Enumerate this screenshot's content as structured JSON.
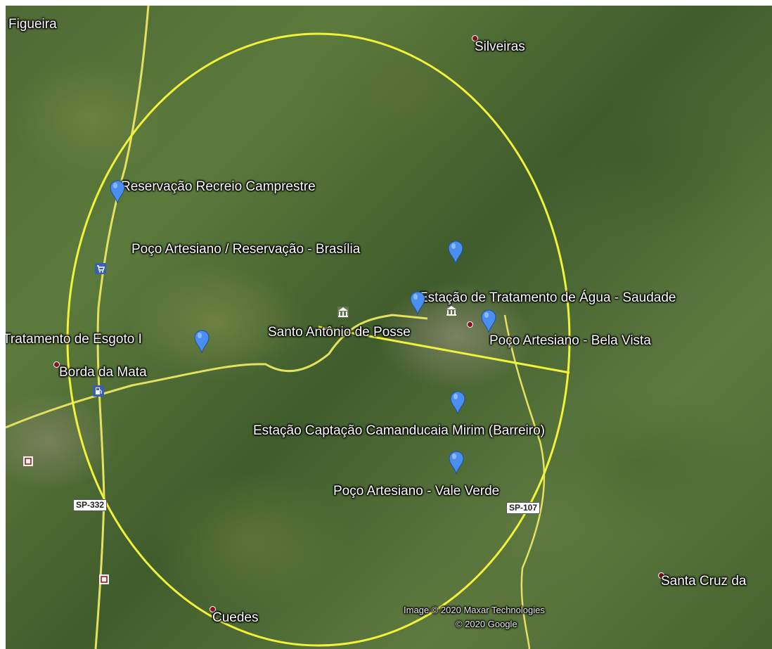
{
  "map": {
    "labels": {
      "figueira": "Figueira",
      "silveiras": "Silveiras",
      "reservacao_recreio": "Reservação Recreio Camprestre",
      "poco_brasilia": "Poço Artesiano / Reservação - Brasília",
      "estacao_saudade": "Estação de Tratamento de Água - Saudade",
      "tratamento_esgoto": "Tratamento de Esgoto I",
      "santo_antonio": "Santo Antônio de Posse",
      "poco_bela_vista": "Poço Artesiano - Bela Vista",
      "borda_da_mata": "Borda da Mata",
      "estacao_captacao": "Estação Captação Camanducaia Mirim (Barreiro)",
      "poco_vale_verde": "Poço Artesiano - Vale Verde",
      "santa_cruz": "Santa Cruz da",
      "cuedes": "Cuedes"
    },
    "road_shields": {
      "sp332": "SP-332",
      "sp107": "SP-107"
    },
    "credits": {
      "imagery": "Image © 2020 Maxar Technologies",
      "google": "© 2020 Google"
    },
    "colors": {
      "circle": "#f2f23a",
      "roads": "#e6e060",
      "pin": "#4a8ff0",
      "place_dot": "#8b1020"
    }
  }
}
